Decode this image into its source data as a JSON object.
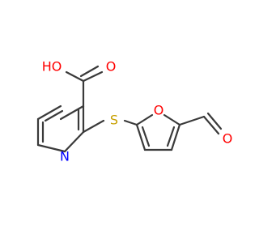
{
  "molecule": {
    "atoms": {
      "hydroxyl": {
        "label": "HO",
        "color": "#ff0000"
      },
      "carbonyl_oxygen_acid": {
        "label": "O",
        "color": "#ff0000"
      },
      "sulfur": {
        "label": "S",
        "color": "#c8a000"
      },
      "furan_oxygen": {
        "label": "O",
        "color": "#ff0000"
      },
      "aldehyde_oxygen": {
        "label": "O",
        "color": "#ff0000"
      },
      "pyridine_nitrogen": {
        "label": "N",
        "color": "#0000ff"
      }
    },
    "bond_color": "#3a3a3a"
  }
}
